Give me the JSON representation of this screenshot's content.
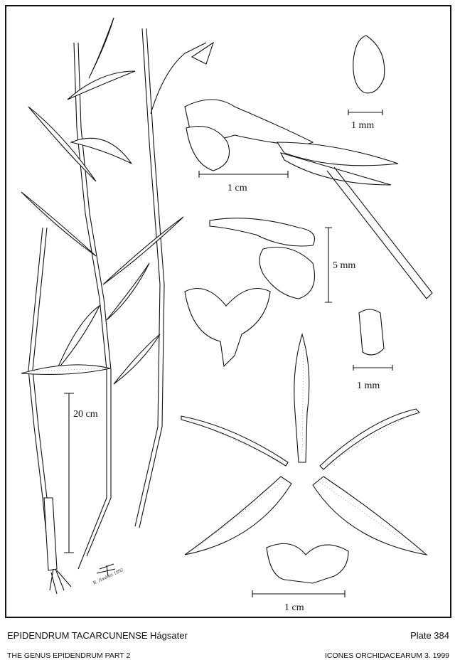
{
  "plate": {
    "title": "EPIDENDRUM TACARCUNENSE Hágsater",
    "plate_number": "Plate 384",
    "series": "THE GENUS EPIDENDRUM PART 2",
    "publication": "ICONES ORCHIDACEARUM 3. 1999",
    "artist_signature": "R. Jiménez 1992"
  },
  "scale_bars": {
    "habit": "20 cm",
    "flower": "1 cm",
    "anther": "1 mm",
    "column": "5 mm",
    "pollinia": "1 mm",
    "dissection": "1 cm"
  }
}
